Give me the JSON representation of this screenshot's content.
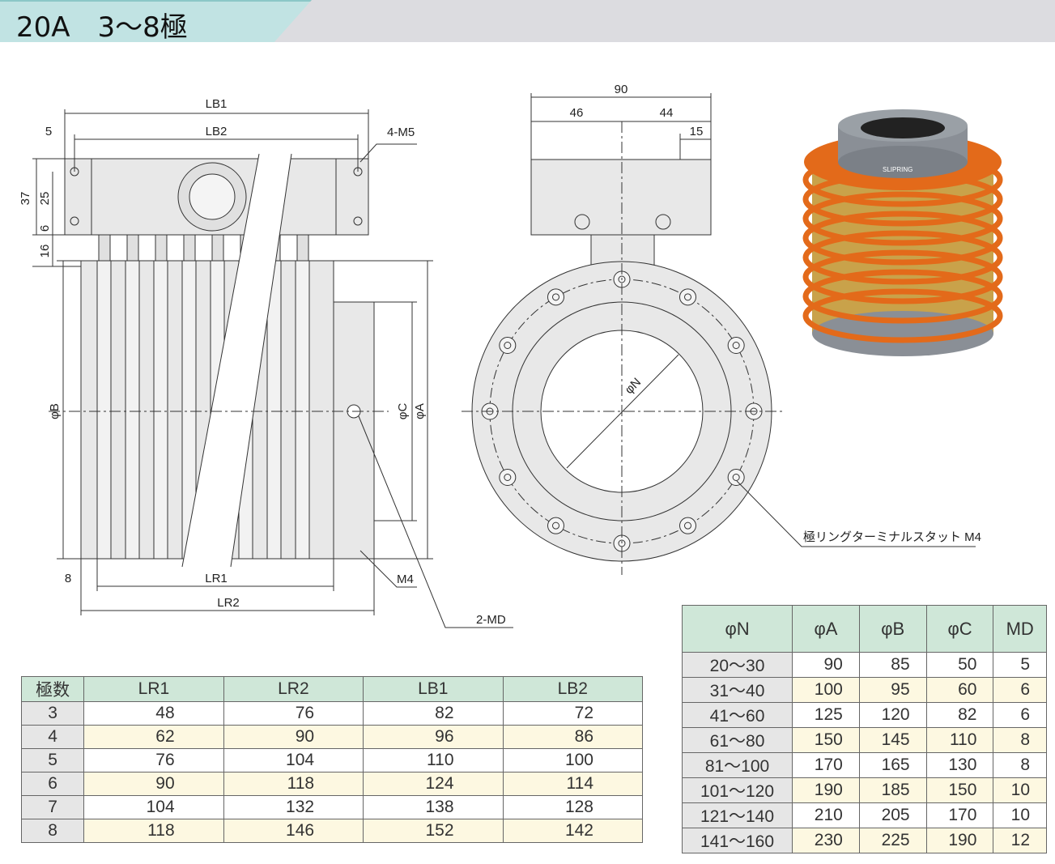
{
  "header": {
    "title": "20A　3〜8極"
  },
  "drawing_labels": {
    "lb1": "LB1",
    "lb2": "LB2",
    "dim5": "5",
    "m5": "4-M5",
    "dim37": "37",
    "dim25": "25",
    "dim6": "6",
    "dim16": "16",
    "phiB": "φB",
    "phiC": "φC",
    "phiA": "φA",
    "dim8": "8",
    "lr1": "LR1",
    "lr2": "LR2",
    "m4": "M4",
    "md": "2-MD",
    "dim90": "90",
    "dim46": "46",
    "dim44": "44",
    "dim15": "15",
    "phiN": "φN",
    "stud": "極リングターミナルスタット M4",
    "photo_label": "SLIPRING"
  },
  "table_poles": {
    "headers": [
      "極数",
      "LR1",
      "LR2",
      "LB1",
      "LB2"
    ],
    "rows": [
      [
        "3",
        "48",
        "76",
        "82",
        "72"
      ],
      [
        "4",
        "62",
        "90",
        "96",
        "86"
      ],
      [
        "5",
        "76",
        "104",
        "110",
        "100"
      ],
      [
        "6",
        "90",
        "118",
        "124",
        "114"
      ],
      [
        "7",
        "104",
        "132",
        "138",
        "128"
      ],
      [
        "8",
        "118",
        "146",
        "152",
        "142"
      ]
    ]
  },
  "table_diam": {
    "headers": [
      "φN",
      "φA",
      "φB",
      "φC",
      "MD"
    ],
    "rows": [
      [
        "20〜30",
        "90",
        "85",
        "50",
        "5"
      ],
      [
        "31〜40",
        "100",
        "95",
        "60",
        "6"
      ],
      [
        "41〜60",
        "125",
        "120",
        "82",
        "6"
      ],
      [
        "61〜80",
        "150",
        "145",
        "110",
        "8"
      ],
      [
        "81〜100",
        "170",
        "165",
        "130",
        "8"
      ],
      [
        "101〜120",
        "190",
        "185",
        "150",
        "10"
      ],
      [
        "121〜140",
        "210",
        "205",
        "170",
        "10"
      ],
      [
        "141〜160",
        "230",
        "225",
        "190",
        "12"
      ]
    ]
  }
}
